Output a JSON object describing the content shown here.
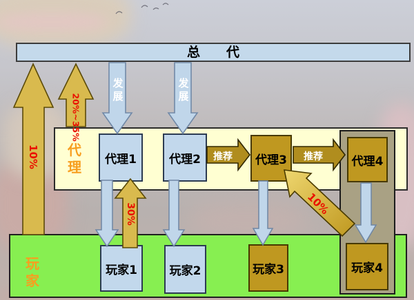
{
  "title_bar": {
    "label": "总　　代"
  },
  "bands": {
    "agent_label": "代理",
    "player_label": "玩家"
  },
  "agents": [
    {
      "label": "代理1"
    },
    {
      "label": "代理2"
    },
    {
      "label": "代理3"
    },
    {
      "label": "代理4"
    }
  ],
  "players": [
    {
      "label": "玩家1"
    },
    {
      "label": "玩家2"
    },
    {
      "label": "玩家3"
    },
    {
      "label": "玩家4"
    }
  ],
  "arrows": {
    "develop_1": {
      "label": "发展"
    },
    "develop_2": {
      "label": "发展"
    },
    "recommend_1": {
      "label": "推荐"
    },
    "recommend_2": {
      "label": "推荐"
    },
    "player_to_top_pct": {
      "label": "10%"
    },
    "agent_to_top_pct": {
      "label": "20%~35%"
    },
    "player1_to_agent1_pct": {
      "label": "30%"
    },
    "player4_to_agent3_pct": {
      "label": "10%"
    }
  },
  "colors": {
    "top_bar_fill": "#c4d9eb",
    "blue_box_fill": "#c2d8ec",
    "gold_box_fill": "#bf9820",
    "gold_arrow_fill": "#d9ba4e",
    "bronze_arrow_fill": "#b08d1e",
    "blue_arrow_fill": "#c0d6ea",
    "agent_band_fill": "#ffffd2",
    "player_band_fill": "#87ef51",
    "tan_container_fill": "#a9a184",
    "band_label_orange": "#f79e1f",
    "percent_red": "#ea1000"
  }
}
